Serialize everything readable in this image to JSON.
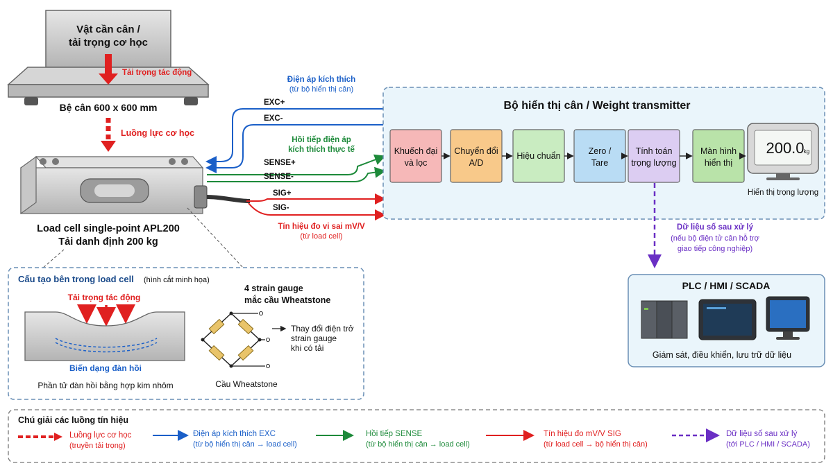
{
  "colors": {
    "load": "#e02020",
    "exc": "#1a5fc8",
    "sense": "#1d8a3a",
    "sig": "#e02020",
    "data": "#6a2fc4",
    "box_bg": "#eaf5fb",
    "box_border": "#6a8fb5"
  },
  "platform": {
    "line1": "Vật cần cân /",
    "line2": "tải trọng cơ học",
    "force_label": "Tải trọng tác động",
    "name": "Bệ cân 600 x 600 mm"
  },
  "flow_label": "Luồng lực cơ học",
  "loadcell": {
    "name": "Load cell single-point APL200",
    "capacity": "Tải danh định 200 kg"
  },
  "wires": {
    "exc_title1": "Điện áp kích thích",
    "exc_title2": "(từ bộ hiển thị cân)",
    "exc_plus": "EXC+",
    "exc_minus": "EXC-",
    "sense_title1": "Hồi tiếp điện áp",
    "sense_title2": "kích thích thực tế",
    "sense_plus": "SENSE+",
    "sense_minus": "SENSE-",
    "sig_plus": "SIG+",
    "sig_minus": "SIG-",
    "sig_title1": "Tín hiệu đo vi sai mV/V",
    "sig_title2": "(từ load cell)"
  },
  "transmitter": {
    "title": "Bộ hiển thị cân / Weight transmitter",
    "blocks": [
      {
        "l1": "Khuếch đại",
        "l2": "và lọc",
        "color": "#f6b8b8"
      },
      {
        "l1": "Chuyển đổi",
        "l2": "A/D",
        "color": "#f8c98a"
      },
      {
        "l1": "Hiệu chuẩn",
        "l2": "",
        "color": "#c9ecc1"
      },
      {
        "l1": "Zero /",
        "l2": "Tare",
        "color": "#b9dcf4"
      },
      {
        "l1": "Tính toán",
        "l2": "trọng lượng",
        "color": "#dccdf2"
      },
      {
        "l1": "Màn hình",
        "l2": "hiển thị",
        "color": "#b9e3a9"
      }
    ],
    "display_value": "200.0",
    "display_unit": "kg",
    "display_caption": "Hiển thị trọng lượng"
  },
  "data_link": {
    "l1": "Dữ liệu số sau xử lý",
    "l2": "(nếu bộ điện tử cân hỗ trợ",
    "l3": "giao tiếp công nghiệp)"
  },
  "plc": {
    "title": "PLC / HMI / SCADA",
    "caption": "Giám sát, điều khiển, lưu trữ dữ liệu"
  },
  "inner": {
    "title": "Cấu tạo bên trong load cell",
    "title_note": "(hình cắt minh họa)",
    "force": "Tải trọng tác động",
    "deform": "Biến dạng đàn hồi",
    "element": "Phần tử đàn hồi bằng hợp kim nhôm",
    "gauge_title1": "4 strain gauge",
    "gauge_title2": "mắc cầu Wheatstone",
    "change1": "Thay đổi điện trở",
    "change2": "strain gauge",
    "change3": "khi có tải",
    "bridge": "Cầu Wheatstone"
  },
  "legend": {
    "title": "Chú giải các luồng tín hiệu",
    "items": [
      {
        "l1": "Luồng lực cơ học",
        "l2": "(truyền tải trọng)"
      },
      {
        "l1": "Điện áp kích thích EXC",
        "l2": "(từ bộ hiển thị cân → load cell)"
      },
      {
        "l1": "Hồi tiếp SENSE",
        "l2": "(từ bộ hiển thị cân → load cell)"
      },
      {
        "l1": "Tín hiệu đo mV/V SIG",
        "l2": "(từ load cell → bộ hiển thị cân)"
      },
      {
        "l1": "Dữ liệu số sau xử lý",
        "l2": "(tới PLC / HMI / SCADA)"
      }
    ]
  }
}
